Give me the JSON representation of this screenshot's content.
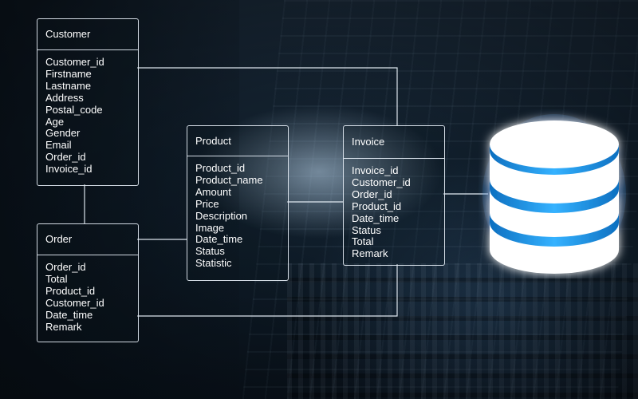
{
  "diagram": {
    "entities": [
      {
        "id": "customer",
        "title": "Customer",
        "fields": [
          "Customer_id",
          "Firstname",
          "Lastname",
          "Address",
          "Postal_code",
          "Age",
          "Gender",
          "Email",
          "Order_id",
          "Invoice_id"
        ]
      },
      {
        "id": "order",
        "title": "Order",
        "fields": [
          "Order_id",
          "Total",
          "Product_id",
          "Customer_id",
          "Date_time",
          "Remark"
        ]
      },
      {
        "id": "product",
        "title": "Product",
        "fields": [
          "Product_id",
          "Product_name",
          "Amount",
          "Price",
          "Description",
          "Image",
          "Date_time",
          "Status",
          "Statistic"
        ]
      },
      {
        "id": "invoice",
        "title": "Invoice",
        "fields": [
          "Invoice_id",
          "Customer_id",
          "Order_id",
          "Product_id",
          "Date_time",
          "Status",
          "Total",
          "Remark"
        ]
      }
    ],
    "icon": "database-icon",
    "colors": {
      "line": "#e8f0f8",
      "database_glow": "#1a8fe0",
      "database_body": "#ffffff",
      "background": "#0e1a26"
    }
  }
}
